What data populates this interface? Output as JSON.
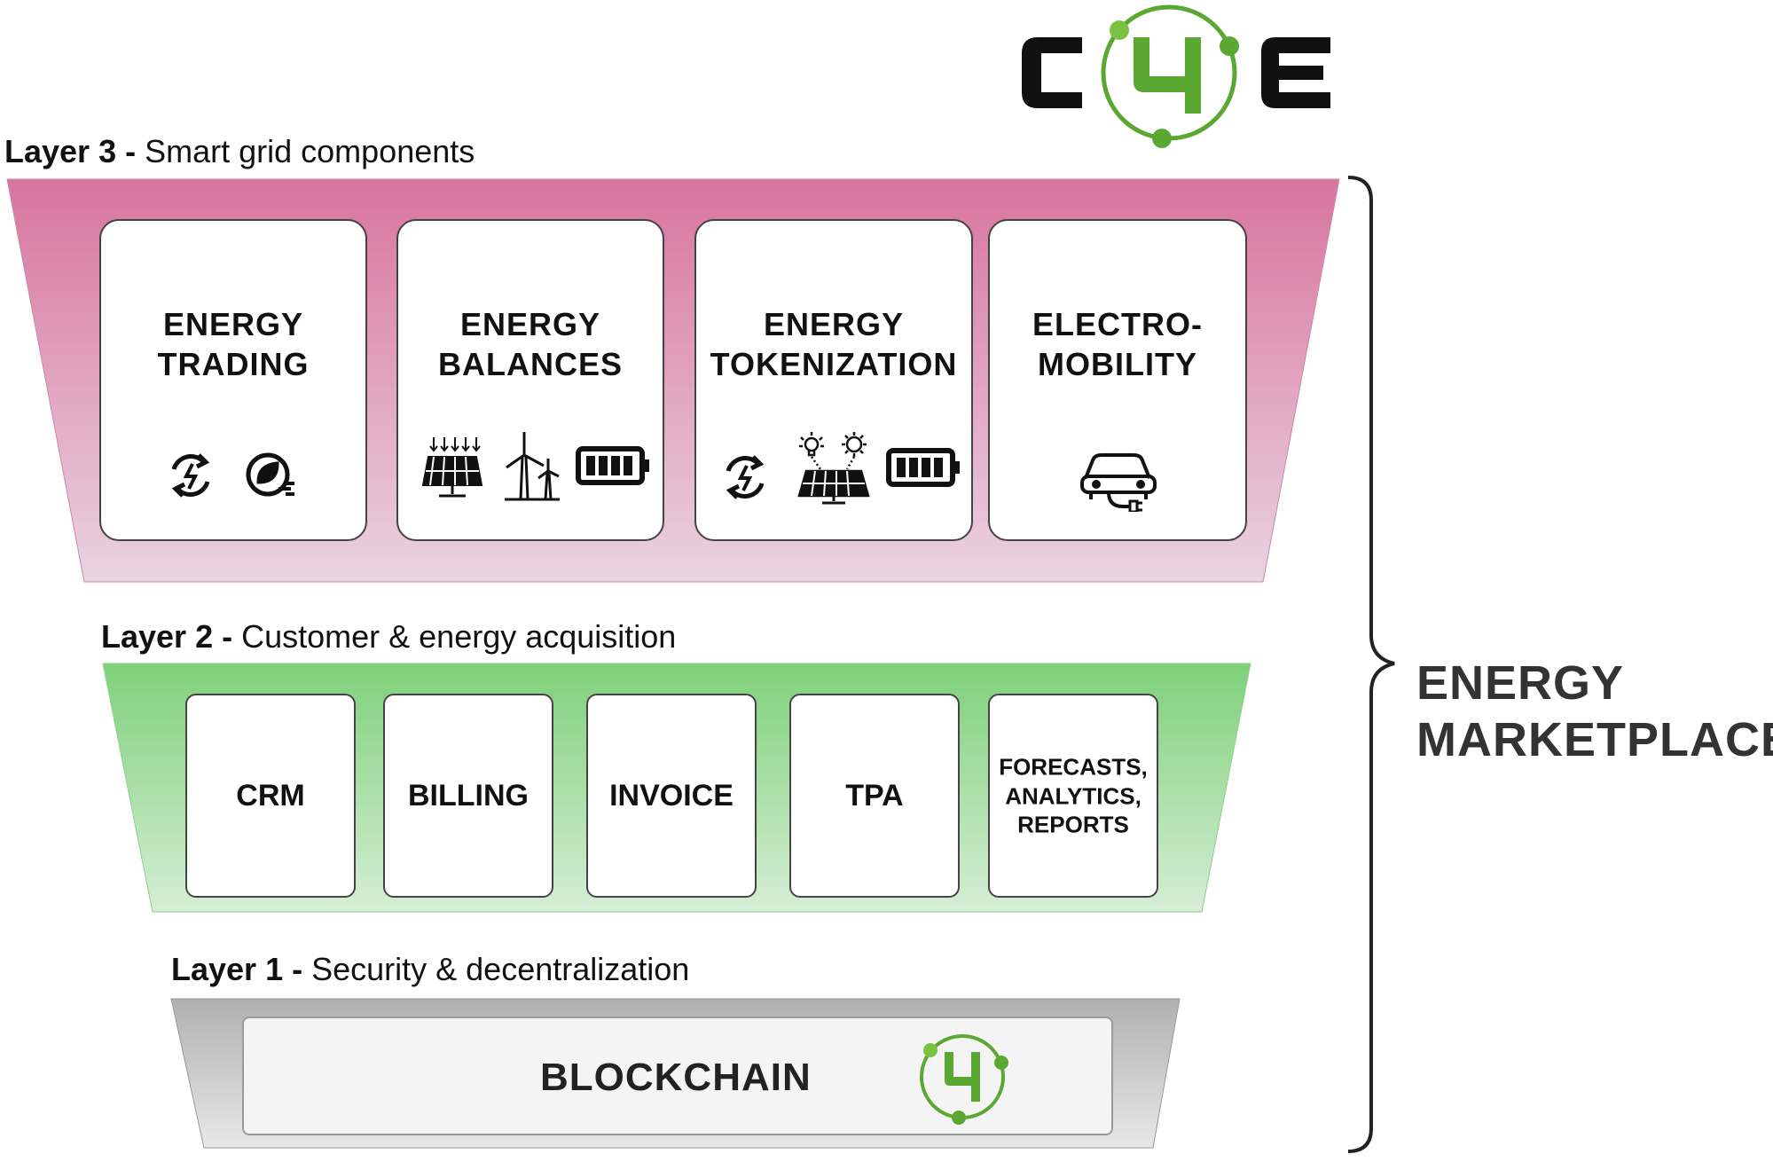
{
  "logo": {
    "letters": [
      "C",
      "4",
      "E"
    ],
    "colors": {
      "dark": "#111111",
      "green_light": "#7cc242",
      "green_dark": "#2e8b2e"
    }
  },
  "layers": [
    {
      "id": "layer3",
      "label": "Layer 3 -",
      "description": "Smart grid components",
      "color": "#d8749f",
      "cards": [
        {
          "title_lines": [
            "ENERGY",
            "TRADING"
          ],
          "icons": [
            "energy-cycle-icon",
            "eco-plug-icon"
          ]
        },
        {
          "title_lines": [
            "ENERGY",
            "BALANCES"
          ],
          "icons": [
            "solar-panel-icon",
            "wind-turbine-icon",
            "battery-icon"
          ]
        },
        {
          "title_lines": [
            "ENERGY",
            "TOKENIZATION"
          ],
          "icons": [
            "energy-cycle-icon",
            "solar-bulb-icon",
            "battery-icon"
          ]
        },
        {
          "title_lines": [
            "ELECTRO-",
            "MOBILITY"
          ],
          "icons": [
            "electric-car-icon"
          ]
        }
      ]
    },
    {
      "id": "layer2",
      "label": "Layer 2 -",
      "description": "Customer & energy acquisition",
      "color": "#7ed07a",
      "cards": [
        {
          "title_lines": [
            "CRM"
          ]
        },
        {
          "title_lines": [
            "BILLING"
          ]
        },
        {
          "title_lines": [
            "INVOICE"
          ]
        },
        {
          "title_lines": [
            "TPA"
          ]
        },
        {
          "title_lines": [
            "FORECASTS,",
            "ANALYTICS,",
            "REPORTS"
          ]
        }
      ]
    },
    {
      "id": "layer1",
      "label": "Layer 1 -",
      "description": "Security & decentralization",
      "color": "#b5b5b5",
      "cards": [
        {
          "title_lines": [
            "BLOCKCHAIN"
          ],
          "icons": [
            "c4-logo-icon"
          ]
        }
      ]
    }
  ],
  "marketplace_label": [
    "ENERGY",
    "MARKETPLACE"
  ]
}
